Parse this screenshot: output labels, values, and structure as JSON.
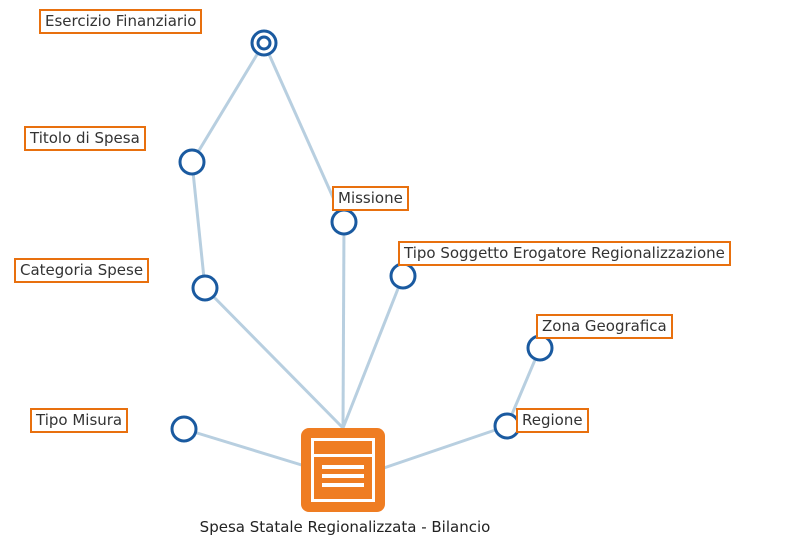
{
  "colors": {
    "edge": "#b8cfe0",
    "node": "#1a5aa0",
    "highlight": "#e8700e",
    "hub": "#ef7d22"
  },
  "center": {
    "title": "Spesa Statale Regionalizzata - Bilancio",
    "icon": "database-table-icon"
  },
  "nodes": [
    {
      "id": "esercizio",
      "label": "Esercizio Finanziario",
      "selected": true
    },
    {
      "id": "titolo",
      "label": "Titolo di Spesa"
    },
    {
      "id": "missione",
      "label": "Missione"
    },
    {
      "id": "categoria",
      "label": "Categoria Spese"
    },
    {
      "id": "tipo-soggetto",
      "label": "Tipo Soggetto Erogatore Regionalizzazione"
    },
    {
      "id": "zona",
      "label": "Zona Geografica"
    },
    {
      "id": "tipo-misura",
      "label": "Tipo Misura"
    },
    {
      "id": "regione",
      "label": "Regione"
    }
  ],
  "edges": [
    [
      "center",
      "categoria"
    ],
    [
      "categoria",
      "titolo"
    ],
    [
      "titolo",
      "esercizio"
    ],
    [
      "esercizio",
      "missione"
    ],
    [
      "center",
      "missione"
    ],
    [
      "center",
      "tipo-soggetto"
    ],
    [
      "center",
      "tipo-misura"
    ],
    [
      "center",
      "regione"
    ],
    [
      "regione",
      "zona"
    ]
  ]
}
